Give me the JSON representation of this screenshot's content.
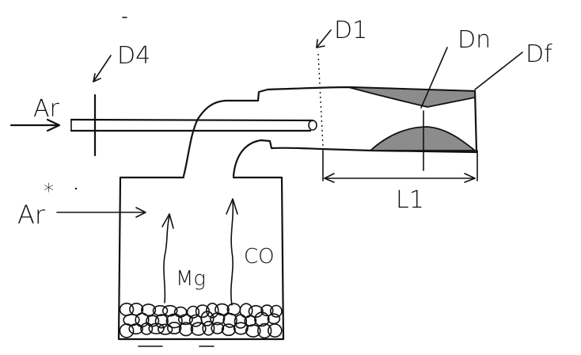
{
  "labels": {
    "ar_inlet": "Ar",
    "ar_star": "Ar",
    "ar_star_mark": "*",
    "d4": "D4",
    "d1": "D1",
    "dn": "Dn",
    "df": "Df",
    "l1": "L1",
    "mg": "Mg",
    "co": "CO"
  },
  "colors": {
    "ink": "#111111",
    "shade": "#8c8c8c",
    "background": "#ffffff"
  }
}
